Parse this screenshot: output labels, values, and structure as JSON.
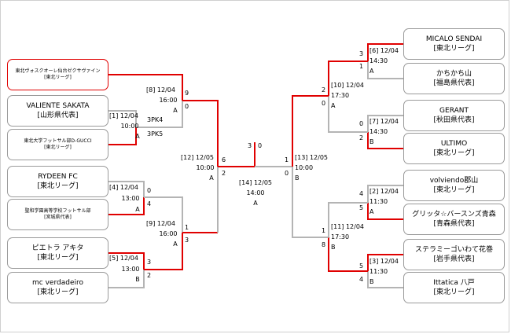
{
  "teams": {
    "l1": {
      "name": "東北ヴォスクオーレ仙台ゼクサヴァイン",
      "sub": "[東北リーグ]"
    },
    "l2": {
      "name": "VALIENTE SAKATA",
      "sub": "[山形県代表]"
    },
    "l3": {
      "name": "東北大学フットサル部D-GUCCI",
      "sub": "[東北リーグ]"
    },
    "l4": {
      "name": "RYDEEN FC",
      "sub": "[東北リーグ]"
    },
    "l5": {
      "name": "聖和学園高等学校フットサル部",
      "sub": "[宮城県代表]"
    },
    "l6": {
      "name": "ピエトラ アキタ",
      "sub": "[東北リーグ]"
    },
    "l7": {
      "name": "mc verdadeiro",
      "sub": "[東北リーグ]"
    },
    "r1": {
      "name": "MICALO SENDAI",
      "sub": "[東北リーグ]"
    },
    "r2": {
      "name": "かちかち山",
      "sub": "[福島県代表]"
    },
    "r3": {
      "name": "GERANT",
      "sub": "[秋田県代表]"
    },
    "r4": {
      "name": "ULTIMO",
      "sub": "[東北リーグ]"
    },
    "r5": {
      "name": "volviendo郡山",
      "sub": "[東北リーグ]"
    },
    "r6": {
      "name": "グリッタ☆バースンズ青森",
      "sub": "[青森県代表]"
    },
    "r7": {
      "name": "ステラミーゴいわて花巻",
      "sub": "[岩手県代表]"
    },
    "r8": {
      "name": "Ittatica 八戸",
      "sub": "[東北リーグ]"
    }
  },
  "matches": {
    "m1": {
      "no": "[1]",
      "date": "12/04",
      "time": "10:00",
      "court": "A",
      "s_top": "3PK4",
      "s_bot": "3PK5"
    },
    "m4": {
      "no": "[4]",
      "date": "12/04",
      "time": "13:00",
      "court": "A",
      "s_top": "0",
      "s_bot": "4"
    },
    "m5": {
      "no": "[5]",
      "date": "12/04",
      "time": "13:00",
      "court": "B",
      "s_top": "3",
      "s_bot": "2"
    },
    "m8": {
      "no": "[8]",
      "date": "12/04",
      "time": "16:00",
      "court": "A",
      "s_top": "9",
      "s_bot": "0"
    },
    "m9": {
      "no": "[9]",
      "date": "12/04",
      "time": "16:00",
      "court": "A",
      "s_top": "1",
      "s_bot": "3"
    },
    "m12": {
      "no": "[12]",
      "date": "12/05",
      "time": "10:00",
      "court": "A",
      "s_top": "6",
      "s_bot": "2"
    },
    "m14": {
      "no": "[14]",
      "date": "12/05",
      "time": "14:00",
      "court": "A",
      "s_left": "3",
      "s_right": "0"
    },
    "m13": {
      "no": "[13]",
      "date": "12/05",
      "time": "10:00",
      "court": "B",
      "s_top": "1",
      "s_bot": "0"
    },
    "m10": {
      "no": "[10]",
      "date": "12/04",
      "time": "17:30",
      "court": "A",
      "s_top": "2",
      "s_bot": "0"
    },
    "m11": {
      "no": "[11]",
      "date": "12/04",
      "time": "17:30",
      "court": "B",
      "s_top": "1",
      "s_bot": "8"
    },
    "m6": {
      "no": "[6]",
      "date": "12/04",
      "time": "14:30",
      "court": "A",
      "s_top": "3",
      "s_bot": "1"
    },
    "m7": {
      "no": "[7]",
      "date": "12/04",
      "time": "14:30",
      "court": "B",
      "s_top": "0",
      "s_bot": "2"
    },
    "m2": {
      "no": "[2]",
      "date": "12/04",
      "time": "11:30",
      "court": "A",
      "s_top": "4",
      "s_bot": "5"
    },
    "m3": {
      "no": "[3]",
      "date": "12/04",
      "time": "11:30",
      "court": "B",
      "s_top": "5",
      "s_bot": "4"
    }
  },
  "colors": {
    "winner_line": "#e00000",
    "loser_line": "#b4b4b4",
    "border": "#9a9a9a"
  }
}
